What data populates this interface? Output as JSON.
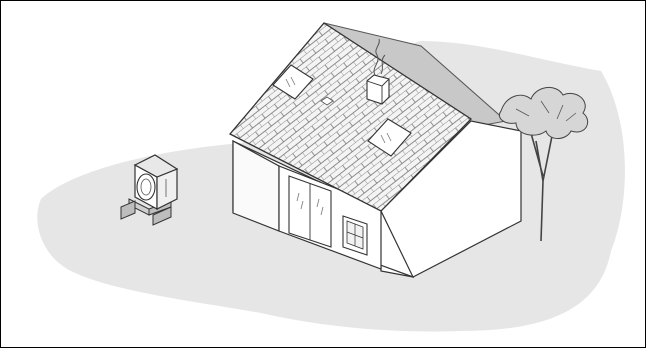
{
  "illustration": {
    "subjects": [
      "house",
      "heat-pump-outdoor-unit",
      "tree",
      "ground-patch"
    ],
    "colors": {
      "ground": "#e6e6e6",
      "roof_tile": "#f2f2f2",
      "wall": "#ffffff",
      "line": "#333333",
      "shade": "#bdbdbd"
    }
  }
}
